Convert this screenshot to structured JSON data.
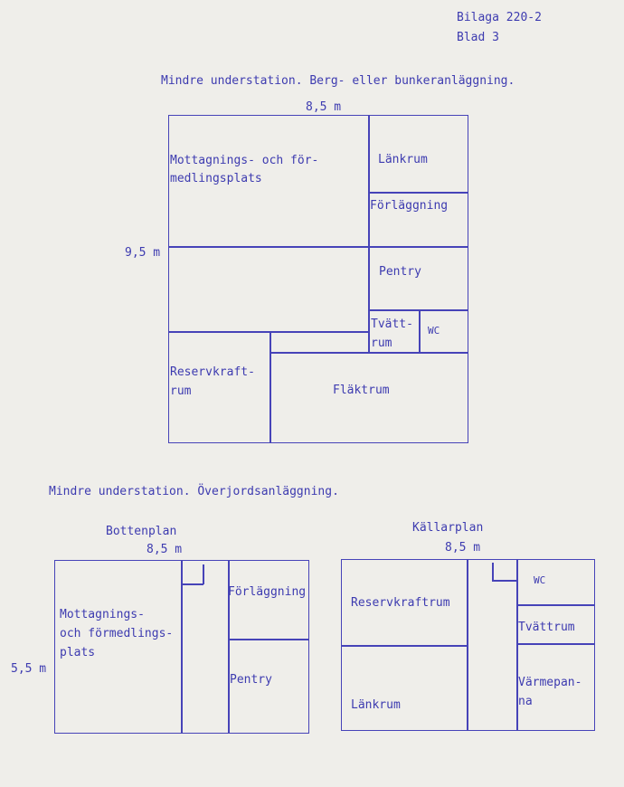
{
  "header": {
    "appendix": "Bilaga 220-2",
    "sheet": "Blad 3"
  },
  "plan1": {
    "title": "Mindre understation. Berg- eller bunkeranläggning.",
    "width_label": "8,5 m",
    "height_label": "9,5 m",
    "rooms": {
      "mottagning_line1": "Mottagnings- och för-",
      "mottagning_line2": "medlingsplats",
      "lankrum": "Länkrum",
      "forlaggning": "Förläggning",
      "pentry": "Pentry",
      "tvatt_line1": "Tvätt-",
      "tvatt_line2": "rum",
      "wc": "WC",
      "reserv_line1": "Reservkraft-",
      "reserv_line2": "rum",
      "flaktrum": "Fläktrum"
    }
  },
  "plan2": {
    "title": "Mindre understation. Överjordsanläggning.",
    "bottom": {
      "label": "Bottenplan",
      "width_label": "8,5 m",
      "height_label": "5,5 m",
      "rooms": {
        "mottagning_line1": "Mottagnings-",
        "mottagning_line2": "och förmedlings-",
        "mottagning_line3": "plats",
        "forlaggning": "Förläggning",
        "pentry": "Pentry"
      }
    },
    "cellar": {
      "label": "Källarplan",
      "width_label": "8,5 m",
      "rooms": {
        "reservkraftrum": "Reservkraftrum",
        "lankrum": "Länkrum",
        "wc": "WC",
        "tvattrum": "Tvättrum",
        "varme_line1": "Värmepan-",
        "varme_line2": "na"
      }
    }
  }
}
